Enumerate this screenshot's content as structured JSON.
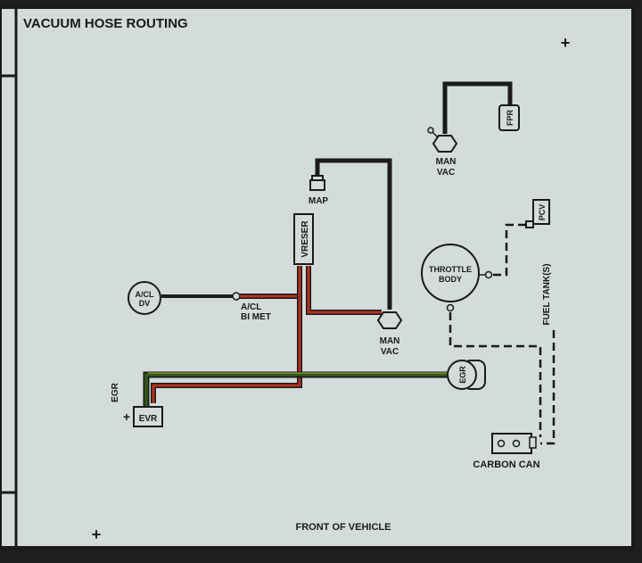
{
  "title": "VACUUM HOSE ROUTING",
  "footer": "FRONT OF VEHICLE",
  "components": {
    "map": "MAP",
    "vreser": "VRESER",
    "acl_dv_1": "A/CL",
    "acl_dv_2": "DV",
    "acl_bimet_1": "A/CL",
    "acl_bimet_2": "BI MET",
    "man_vac_1": "MAN",
    "man_vac_2": "VAC",
    "man_vac_top_1": "MAN",
    "man_vac_top_2": "VAC",
    "fpr": "FPR",
    "pcv": "PCV",
    "throttle_1": "THROTTLE",
    "throttle_2": "BODY",
    "fuel_tanks": "FUEL TANK(S)",
    "egr_valve": "EGR",
    "egr_label": "EGR",
    "evr": "EVR",
    "carbon_can": "CARBON CAN"
  },
  "hose_colors": {
    "black": "#1b1b1b",
    "red": "#b3321f",
    "green": "#2f5a1c",
    "panel": "#d3dbdb"
  }
}
